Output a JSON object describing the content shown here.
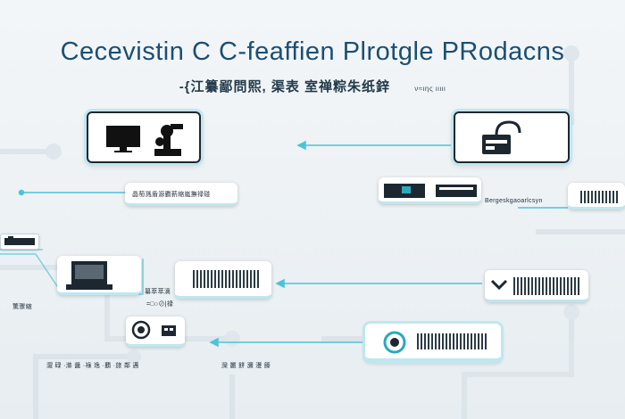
{
  "header": {
    "title": "Cecevistin C C-feaffien Plrotgle PRodacns",
    "subtitle": "-{江纂鄙問熙, 渠表 室禅粽朱纸鋅",
    "subtitle_small": "ν≈ιης ιιιιι"
  },
  "labels": {
    "left_row2": "晶萄溅盾源覇薪縮嵐撫禄碰",
    "left_row3_a": "驚骤縮",
    "left_row3_b": "纂萃萃滴",
    "left_row3_c": "=□○⊘|禄",
    "mid_right_row2": "Bergeskgaoarlcsyn",
    "bottom_row": [
      "澀 碌 ·滌 醤 ·祿 逸 ·覇 ·旅 鄰 邁",
      "灤 麗 餅 瀰 漫 籐"
    ]
  },
  "colors": {
    "title": "#1c4f73",
    "accent": "#4cc3d6",
    "border": "#1d2730"
  },
  "icons": [
    "monitor-icon",
    "robot-arm-icon",
    "device-icon",
    "printer-icon",
    "keyboard-icon",
    "laptop-icon",
    "gear-icon",
    "tools-icon",
    "server-icon"
  ]
}
